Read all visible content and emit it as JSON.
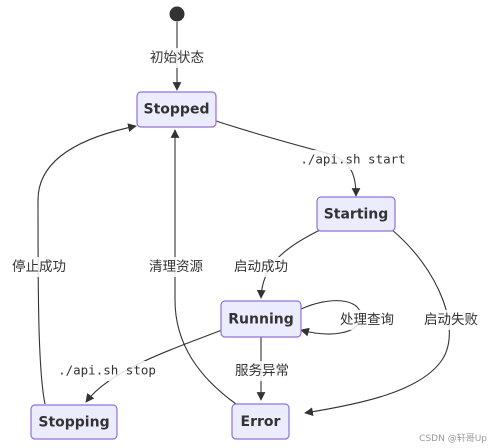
{
  "diagram": {
    "type": "state-diagram",
    "colors": {
      "state_fill": "#ECECFF",
      "state_stroke": "#9370DB",
      "edge": "#333333",
      "text": "#333333",
      "start_dot": "#333333"
    },
    "states": {
      "stopped": "Stopped",
      "starting": "Starting",
      "running": "Running",
      "stopping": "Stopping",
      "error": "Error"
    },
    "transitions": {
      "initial": "初始状态",
      "start_cmd": "./api.sh start",
      "start_success": "启动成功",
      "start_fail": "启动失败",
      "handle_query": "处理查询",
      "service_error": "服务异常",
      "stop_cmd": "./api.sh stop",
      "cleanup": "清理资源",
      "stop_success": "停止成功"
    }
  },
  "watermark": {
    "text": "CSDN @轩哥Up"
  }
}
